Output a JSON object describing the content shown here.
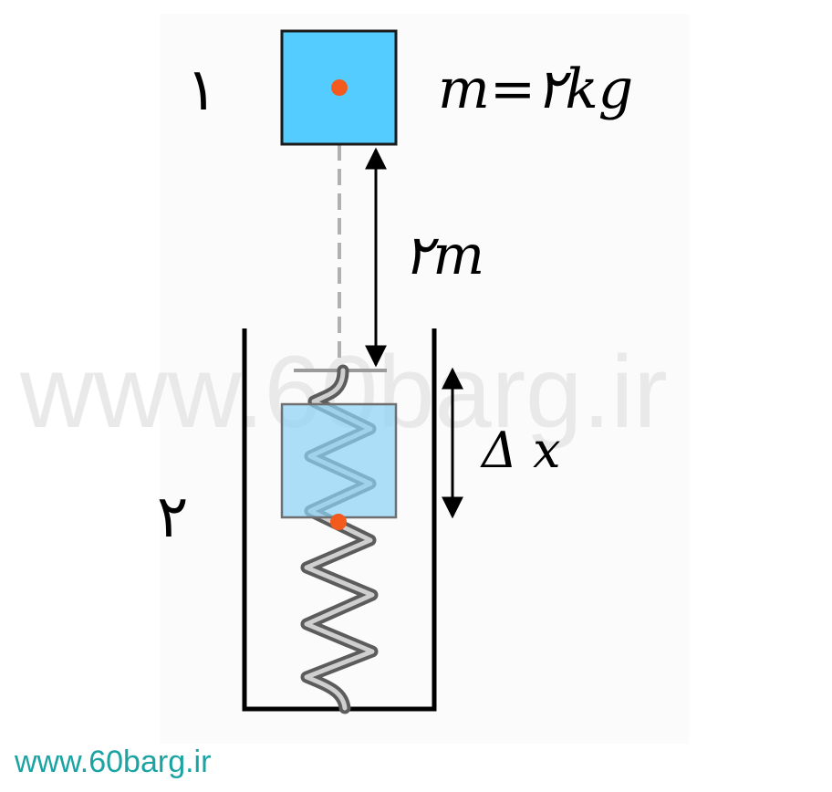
{
  "diagram": {
    "position_1_label": "۱",
    "position_2_label": "۲",
    "mass_label": "m=۲kg",
    "drop_distance_label": "۲m",
    "compression_label": "Δ x",
    "watermark": "www.60barg.ir",
    "footer_url": "www.60barg.ir"
  },
  "colors": {
    "block_top_fill": "#55ccff",
    "block_bottom_fill": "#a8dcf4",
    "center_dot": "#f25a1e",
    "footer_text": "#1aa3a3",
    "container": "#000000",
    "spring": "#8a8a8a",
    "dashed_line": "#b0b0b0"
  }
}
